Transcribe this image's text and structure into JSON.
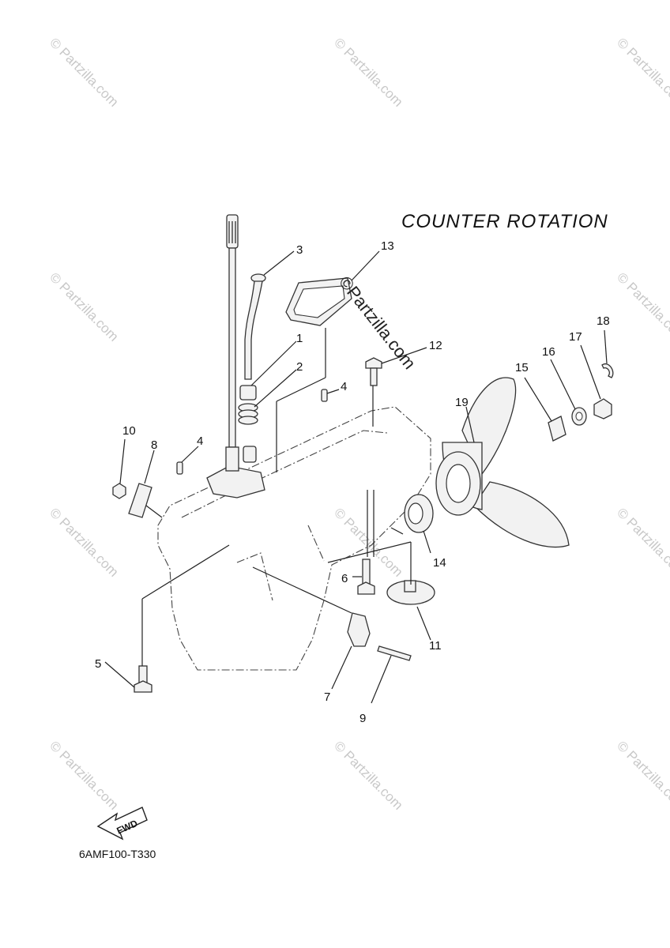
{
  "title": "COUNTER  ROTATION",
  "diagram_code": "6AMF100-T330",
  "fwd_label": "FWD",
  "watermark": {
    "text": "© Partzilla.com",
    "overlay": "©Partzilla.com"
  },
  "callouts": [
    {
      "id": "c1",
      "text": "1"
    },
    {
      "id": "c2",
      "text": "2"
    },
    {
      "id": "c3",
      "text": "3"
    },
    {
      "id": "c4a",
      "text": "4"
    },
    {
      "id": "c4b",
      "text": "4"
    },
    {
      "id": "c5",
      "text": "5"
    },
    {
      "id": "c6",
      "text": "6"
    },
    {
      "id": "c7",
      "text": "7"
    },
    {
      "id": "c8",
      "text": "8"
    },
    {
      "id": "c9",
      "text": "9"
    },
    {
      "id": "c10",
      "text": "10"
    },
    {
      "id": "c11",
      "text": "11"
    },
    {
      "id": "c12",
      "text": "12"
    },
    {
      "id": "c13",
      "text": "13"
    },
    {
      "id": "c14",
      "text": "14"
    },
    {
      "id": "c15",
      "text": "15"
    },
    {
      "id": "c16",
      "text": "16"
    },
    {
      "id": "c17",
      "text": "17"
    },
    {
      "id": "c18",
      "text": "18"
    },
    {
      "id": "c19",
      "text": "19"
    }
  ]
}
